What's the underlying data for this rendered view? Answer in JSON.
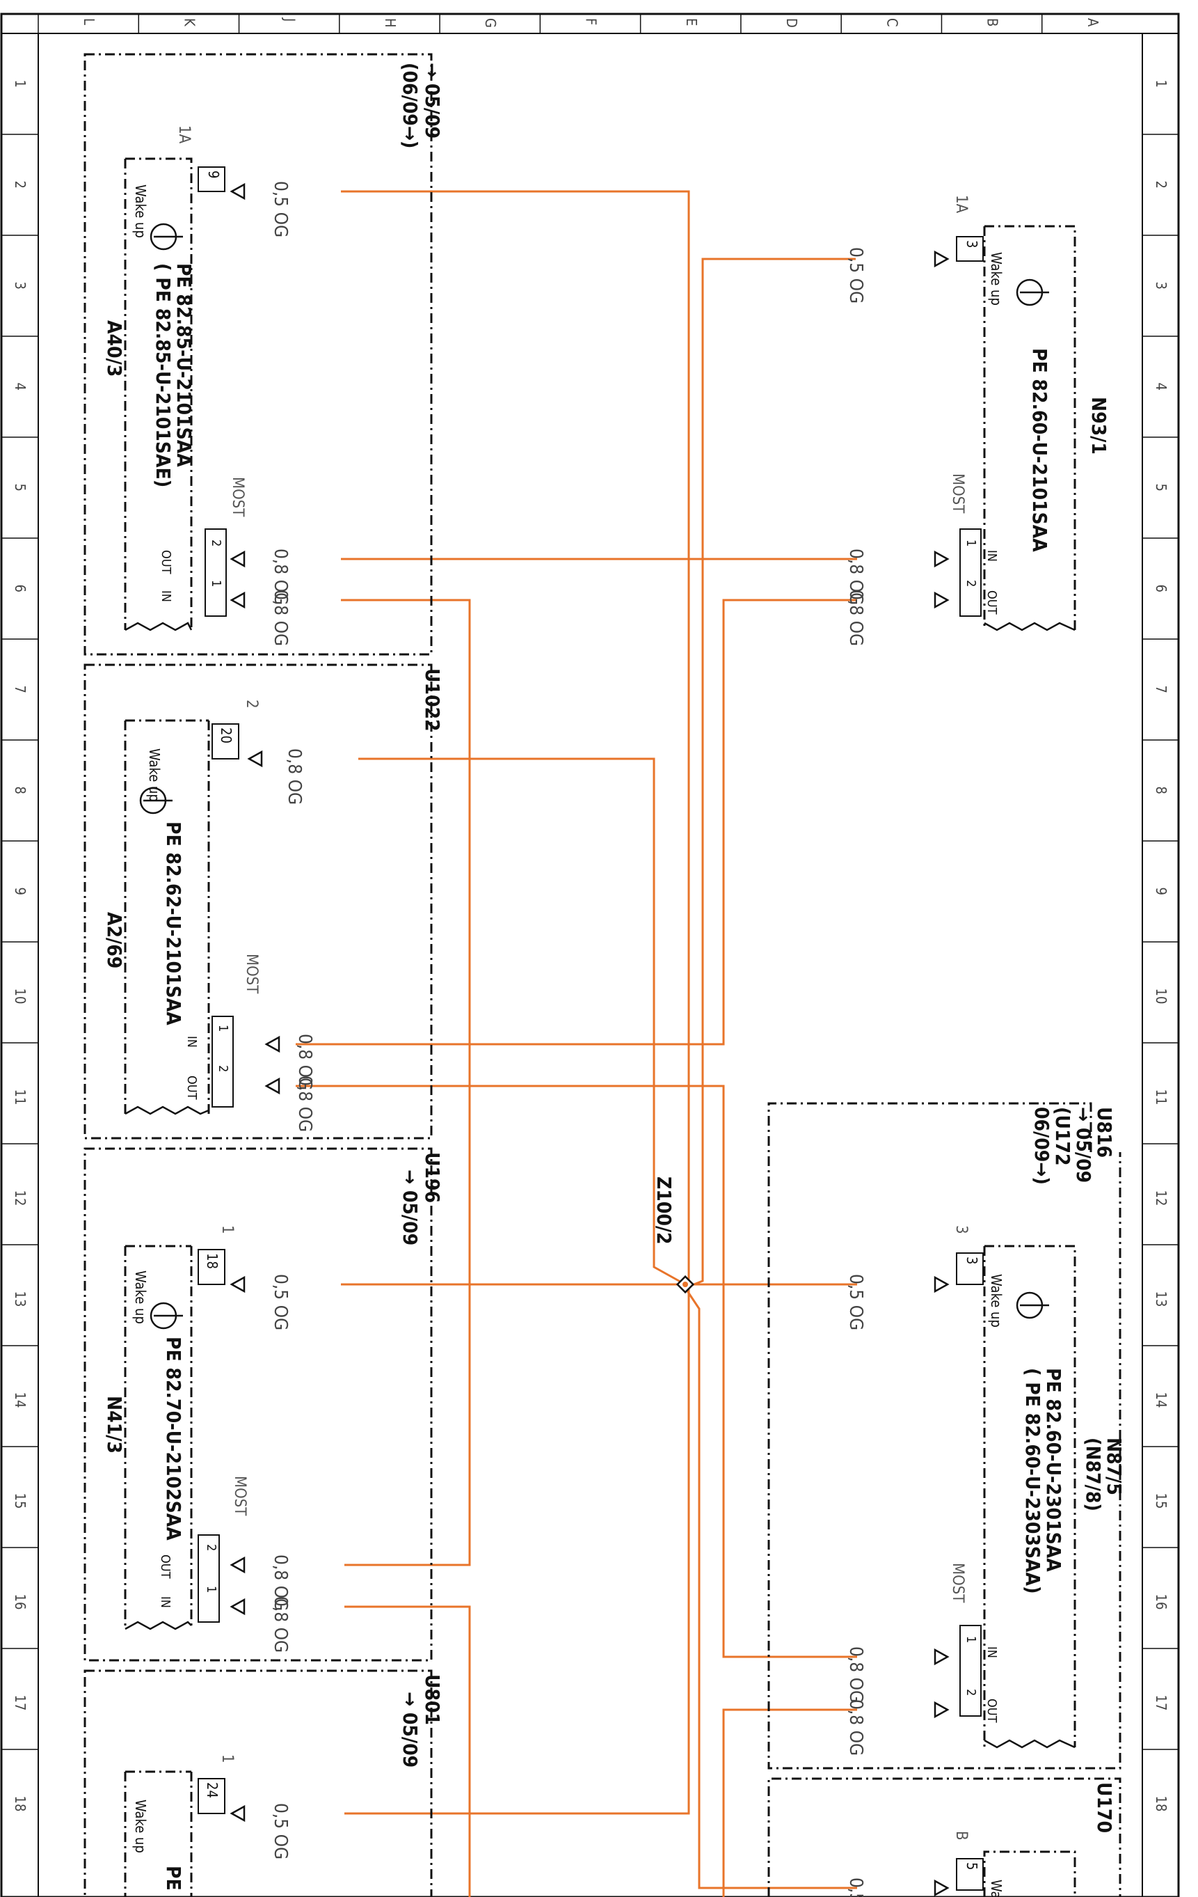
{
  "frame": {
    "columns": [
      "L",
      "K",
      "J",
      "H",
      "G",
      "F",
      "E",
      "D",
      "C",
      "B",
      "A"
    ],
    "rows": [
      "1",
      "2",
      "3",
      "4",
      "5",
      "6",
      "7",
      "8",
      "9",
      "10",
      "11",
      "12",
      "13",
      "14",
      "15",
      "16",
      "17",
      "18"
    ]
  },
  "colors": {
    "wire": "#e8742a",
    "line": "#111111",
    "grey": "#555555",
    "white": "#ffffff"
  },
  "connector": "Z100/2",
  "wire_spec": {
    "og_05": "0,5 OG",
    "og_08": "0,8 OG"
  },
  "modules": {
    "a40": {
      "name": "A40/3",
      "pe1": "PE  82.85-U-2101SAA",
      "pe2": "(  PE  82.85-U-2101SAE)",
      "note": "→ 05/09\n(06/09→)",
      "wake_label": "Wake up",
      "wake_plug": "1A",
      "wake_pin": "9",
      "most_label": "MOST",
      "pins": [
        {
          "label": "OUT",
          "num": "2"
        },
        {
          "label": "IN",
          "num": "1"
        }
      ]
    },
    "a269": {
      "name": "A2/69",
      "code": "U1022",
      "pe1": "PE  82.62-U-2101SAA",
      "wake_label": "Wake up",
      "wake_plug": "2",
      "wake_pin": "20",
      "most_label": "MOST",
      "pins": [
        {
          "label": "IN",
          "num": "1"
        },
        {
          "label": "OUT",
          "num": "2"
        }
      ]
    },
    "n413": {
      "name": "N41/3",
      "code": "U196",
      "note": "→ 05/09",
      "pe1": "PE  82.70-U-2102SAA",
      "wake_label": "Wake up",
      "wake_plug": "1",
      "wake_pin": "18",
      "most_label": "MOST",
      "pins": [
        {
          "label": "OUT",
          "num": "2"
        },
        {
          "label": "IN",
          "num": "1"
        }
      ]
    },
    "u801": {
      "code": "U801",
      "note": "→ 05/09",
      "pe1": "PE",
      "wake_label": "Wake up",
      "wake_plug": "1",
      "wake_pin": "24"
    },
    "n931": {
      "name": "N93/1",
      "pe1": "PE  82.60-U-2101SAA",
      "wake_label": "Wake up",
      "wake_plug": "1A",
      "wake_pin": "3",
      "most_label": "MOST",
      "pins": [
        {
          "label": "IN",
          "num": "1"
        },
        {
          "label": "OUT",
          "num": "2"
        }
      ]
    },
    "n875": {
      "name": "N87/5",
      "name2": "(N87/8)",
      "code": "U816",
      "note": "→ 05/09\n(U172\n06/09→)",
      "pe1": "PE  82.60-U-2301SAA",
      "pe2": "(  PE  82.60-U-2303SAA)",
      "wake_label": "Wake up",
      "wake_plug": "3",
      "wake_pin": "3",
      "most_label": "MOST",
      "pins": [
        {
          "label": "IN",
          "num": "1"
        },
        {
          "label": "OUT",
          "num": "2"
        }
      ]
    },
    "u170": {
      "code": "U170",
      "wake_label": "Wake up",
      "wake_plug": "B",
      "wake_pin": "5"
    }
  }
}
